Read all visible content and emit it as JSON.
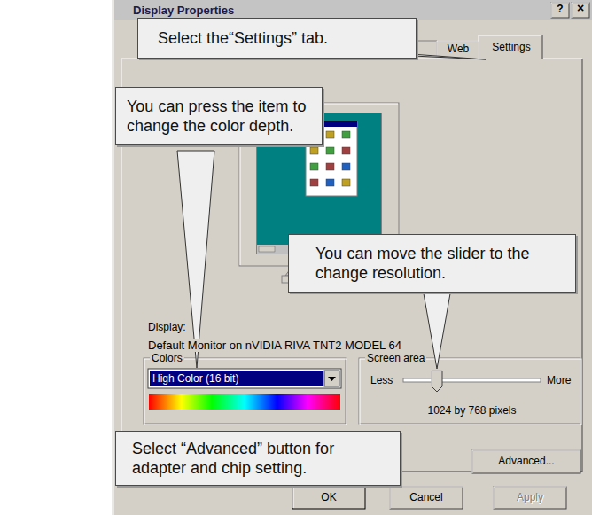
{
  "diagram": {
    "nodes": [
      {
        "text": [
          "Select the“Settings” tab."
        ]
      },
      {
        "text": [
          "You can press the item to change the color depth."
        ]
      },
      {
        "text": [
          "You can move the slider to the change resolution."
        ]
      },
      {
        "text": [
          "Select “Advanced” button for adapter and chip setting."
        ]
      }
    ],
    "labels": [
      "Display Properties",
      "?",
      "×",
      "Web",
      "Settings",
      "Display:",
      "Default Monitor on nVIDIA RIVA TNT2 MODEL 64",
      "Colors",
      "High Color (16 bit)",
      "Screen area",
      "Less",
      "More",
      "1024 by 768 pixels",
      "Advanced...",
      "OK",
      "Cancel",
      "Apply"
    ]
  }
}
